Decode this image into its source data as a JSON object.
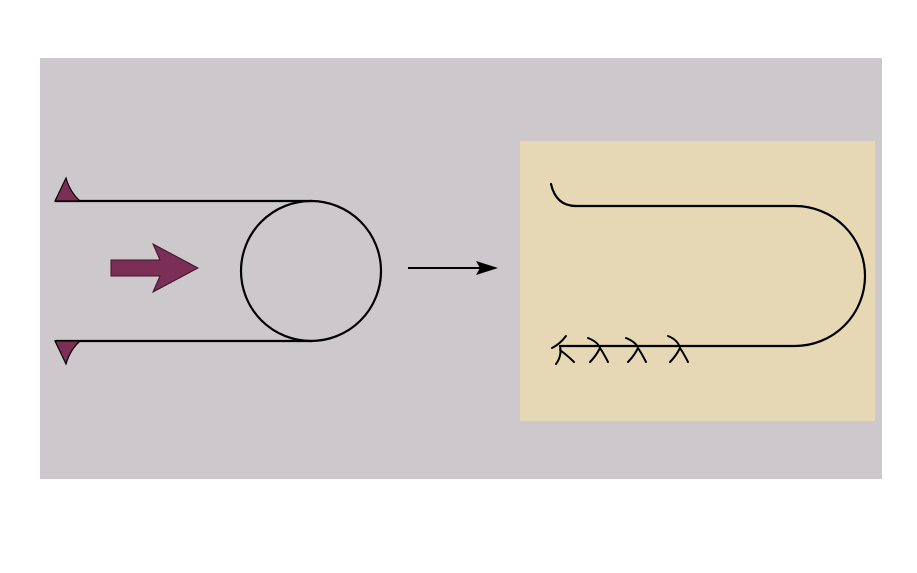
{
  "diagram": {
    "colors": {
      "page_background": "#ffffff",
      "panel_background": "#ccc8cb",
      "result_background": "#e6d8b5",
      "stroke": "#000000",
      "accent": "#7b2f57"
    },
    "left_figure": {
      "description_icons": [
        "triangle-marker-top",
        "triangle-marker-bottom",
        "direction-arrow",
        "circle"
      ]
    },
    "transition": {
      "icon": "right-arrow"
    },
    "right_figure": {
      "description_icons": [
        "hook-end",
        "u-shaped-line",
        "stitch-marks"
      ],
      "stitch_count": 4
    }
  }
}
